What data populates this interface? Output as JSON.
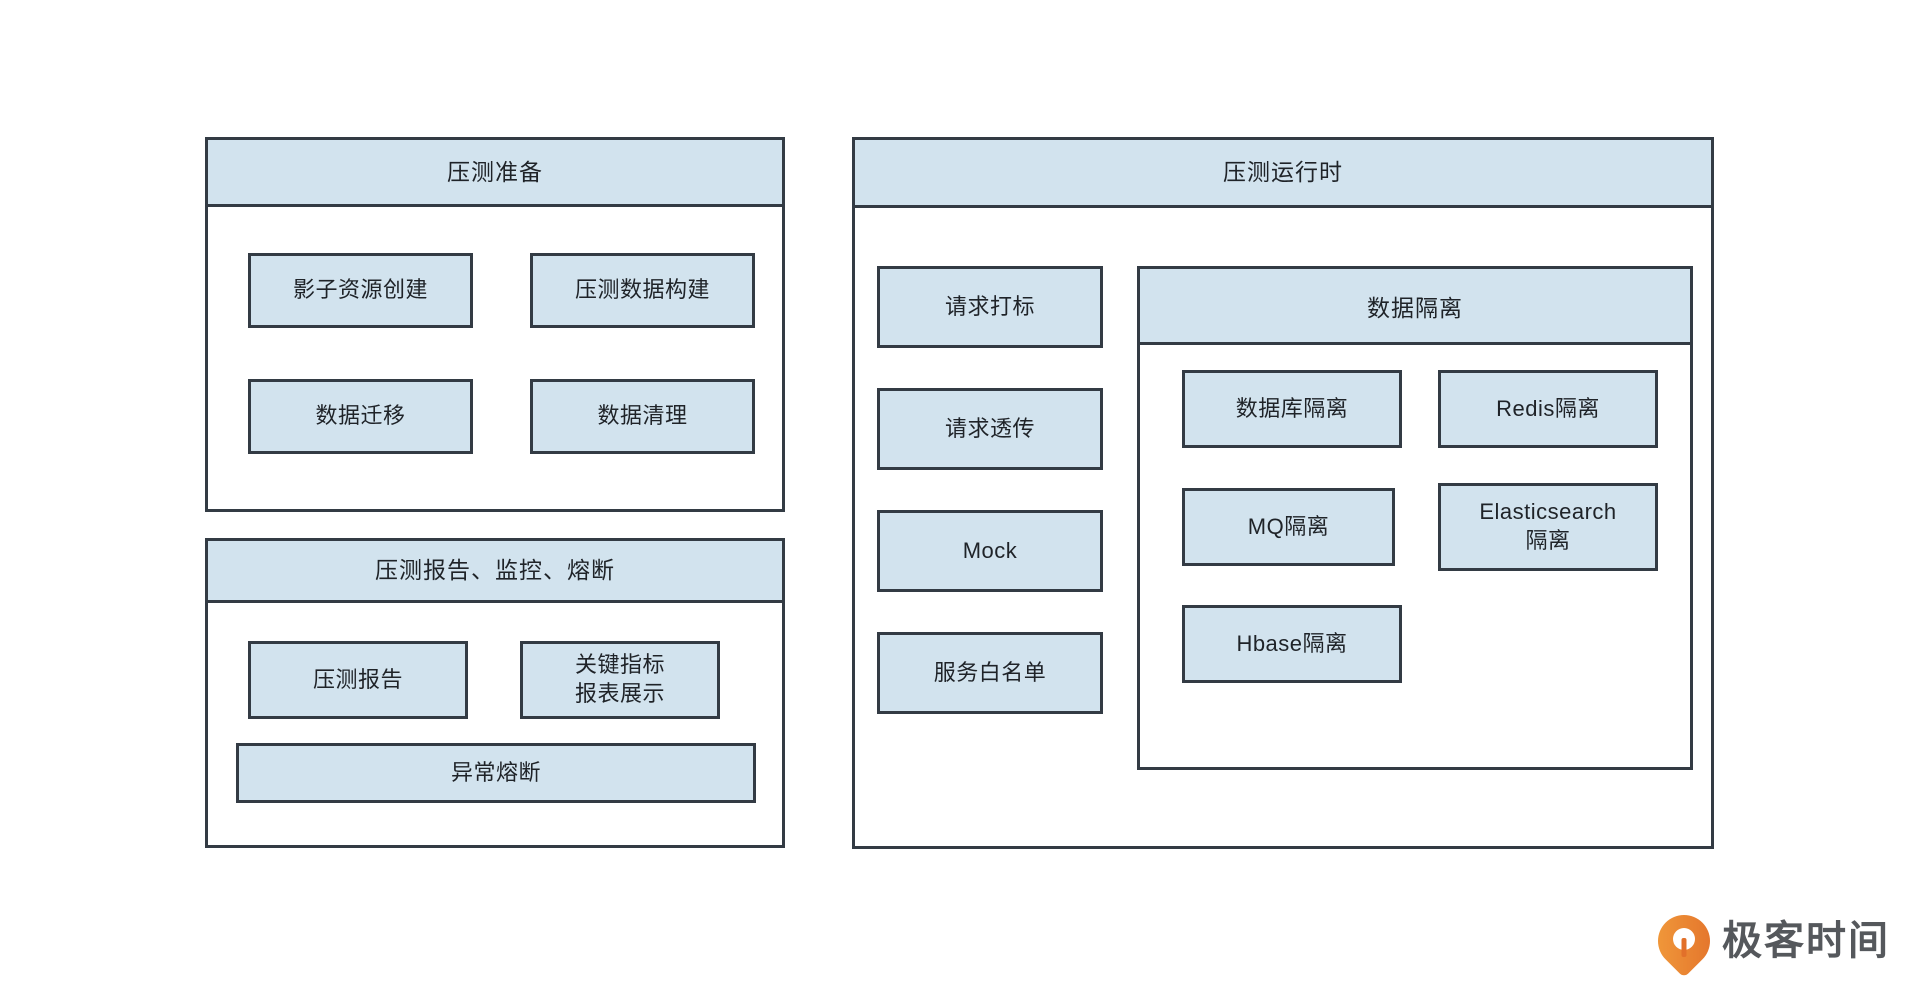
{
  "theme": {
    "background": "#ffffff",
    "node_fill": "#d2e3ee",
    "stroke": "#333b44",
    "text": "#1f2328",
    "brand_orange": "#e2702a"
  },
  "brand": {
    "name": "极客时间",
    "icon": "geektime-pin-logo"
  },
  "panels": [
    {
      "id": "prep",
      "title": "压测准备",
      "nodes": [
        {
          "id": "shadow-resource-create",
          "label": "影子资源创建"
        },
        {
          "id": "test-data-build",
          "label": "压测数据构建"
        },
        {
          "id": "data-migration",
          "label": "数据迁移"
        },
        {
          "id": "data-cleanup",
          "label": "数据清理"
        }
      ]
    },
    {
      "id": "report",
      "title": "压测报告、监控、熔断",
      "nodes": [
        {
          "id": "test-report",
          "label": "压测报告"
        },
        {
          "id": "key-metrics-report",
          "label": "关键指标\n报表展示"
        },
        {
          "id": "anomaly-breaker",
          "label": "异常熔断"
        }
      ]
    },
    {
      "id": "runtime",
      "title": "压测运行时",
      "nodes": [
        {
          "id": "request-tagging",
          "label": "请求打标"
        },
        {
          "id": "request-passthrough",
          "label": "请求透传"
        },
        {
          "id": "mock",
          "label": "Mock"
        },
        {
          "id": "service-whitelist",
          "label": "服务白名单"
        }
      ],
      "subpanel": {
        "id": "data-isolation",
        "title": "数据隔离",
        "nodes": [
          {
            "id": "database-isolation",
            "label": "数据库隔离"
          },
          {
            "id": "redis-isolation",
            "label": "Redis隔离"
          },
          {
            "id": "mq-isolation",
            "label": "MQ隔离"
          },
          {
            "id": "elasticsearch-isolation",
            "label": "Elasticsearch\n隔离"
          },
          {
            "id": "hbase-isolation",
            "label": "Hbase隔离"
          }
        ]
      }
    }
  ]
}
